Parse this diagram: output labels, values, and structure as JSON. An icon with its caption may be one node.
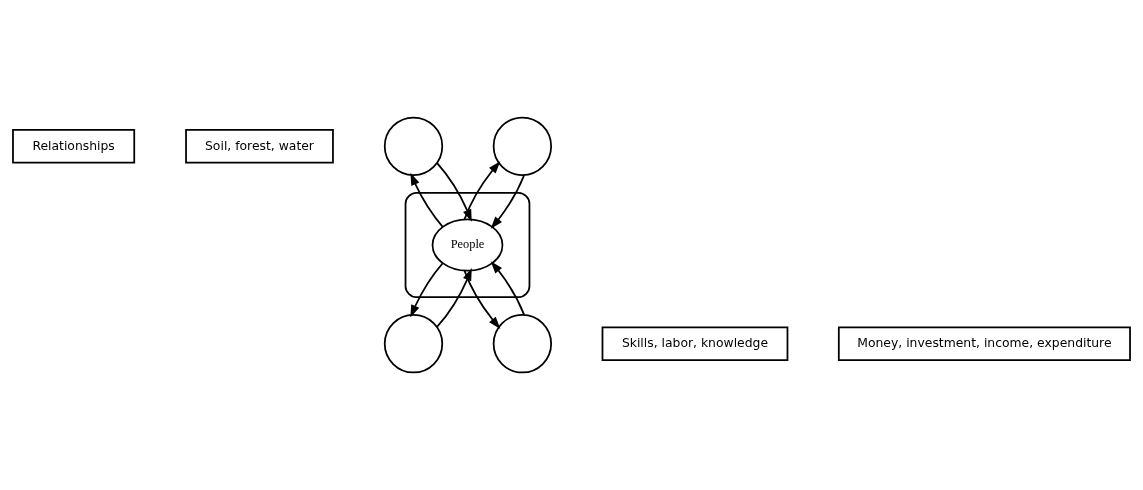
{
  "diagram": {
    "nodes": [
      {
        "text": [
          "Relationships"
        ]
      },
      {
        "text": [
          "Soil, forest, water"
        ]
      },
      {
        "text": [],
        "shape": "ellipse"
      },
      {
        "text": [],
        "shape": "circle"
      },
      {
        "text": [],
        "shape": "circle"
      },
      {
        "text": [
          "People"
        ],
        "in": 2
      },
      {
        "text": [],
        "shape": "circle"
      },
      {
        "text": [],
        "shape": "circle"
      },
      {
        "text": [
          "Skills, labor, knowledge"
        ]
      },
      {
        "text": [
          "Money, investment, income, expenditure"
        ]
      }
    ],
    "edges": [
      {
        "from": 3,
        "to": 5,
        "arrow": "to"
      },
      {
        "from": 5,
        "to": 3,
        "arrow": "to"
      },
      {
        "from": 4,
        "to": 5,
        "arrow": "to"
      },
      {
        "from": 5,
        "to": 4,
        "arrow": "to"
      },
      {
        "from": 6,
        "to": 5,
        "arrow": "to"
      },
      {
        "from": 5,
        "to": 6,
        "arrow": "to"
      },
      {
        "from": 5,
        "to": 7,
        "arrow": "to"
      },
      {
        "from": 7,
        "to": 5,
        "arrow": "to"
      }
    ]
  }
}
